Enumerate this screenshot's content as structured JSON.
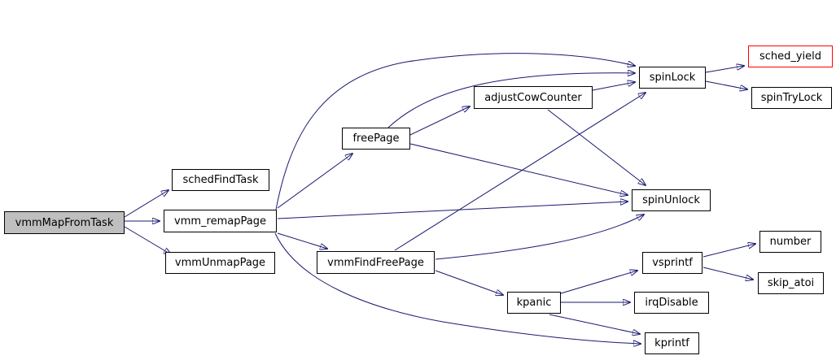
{
  "graph": {
    "type": "call-graph",
    "colors": {
      "background": "#ffffff",
      "edge": "#191970",
      "node_border": "#000000",
      "node_fill": "#ffffff",
      "node_text": "#000000",
      "focus_node_fill": "#bfbfbf",
      "alert_node_border": "#ff0000"
    },
    "nodes": [
      {
        "id": "vmmMapFromTask",
        "label": "vmmMapFromTask",
        "style": "focus"
      },
      {
        "id": "schedFindTask",
        "label": "schedFindTask",
        "style": "normal"
      },
      {
        "id": "vmm_remapPage",
        "label": "vmm_remapPage",
        "style": "normal"
      },
      {
        "id": "vmmUnmapPage",
        "label": "vmmUnmapPage",
        "style": "normal"
      },
      {
        "id": "freePage",
        "label": "freePage",
        "style": "normal"
      },
      {
        "id": "adjustCowCounter",
        "label": "adjustCowCounter",
        "style": "normal"
      },
      {
        "id": "spinLock",
        "label": "spinLock",
        "style": "normal"
      },
      {
        "id": "sched_yield",
        "label": "sched_yield",
        "style": "alert"
      },
      {
        "id": "spinTryLock",
        "label": "spinTryLock",
        "style": "normal"
      },
      {
        "id": "spinUnlock",
        "label": "spinUnlock",
        "style": "normal"
      },
      {
        "id": "vmmFindFreePage",
        "label": "vmmFindFreePage",
        "style": "normal"
      },
      {
        "id": "vsprintf",
        "label": "vsprintf",
        "style": "normal"
      },
      {
        "id": "number",
        "label": "number",
        "style": "normal"
      },
      {
        "id": "skip_atoi",
        "label": "skip_atoi",
        "style": "normal"
      },
      {
        "id": "kpanic",
        "label": "kpanic",
        "style": "normal"
      },
      {
        "id": "irqDisable",
        "label": "irqDisable",
        "style": "normal"
      },
      {
        "id": "kprintf",
        "label": "kprintf",
        "style": "normal"
      }
    ],
    "edges": [
      {
        "from": "vmmMapFromTask",
        "to": "schedFindTask"
      },
      {
        "from": "vmmMapFromTask",
        "to": "vmm_remapPage"
      },
      {
        "from": "vmmMapFromTask",
        "to": "vmmUnmapPage"
      },
      {
        "from": "vmm_remapPage",
        "to": "spinLock"
      },
      {
        "from": "vmm_remapPage",
        "to": "freePage"
      },
      {
        "from": "vmm_remapPage",
        "to": "vmmFindFreePage"
      },
      {
        "from": "vmm_remapPage",
        "to": "spinUnlock"
      },
      {
        "from": "vmm_remapPage",
        "to": "kprintf"
      },
      {
        "from": "freePage",
        "to": "adjustCowCounter"
      },
      {
        "from": "freePage",
        "to": "spinLock"
      },
      {
        "from": "freePage",
        "to": "spinUnlock"
      },
      {
        "from": "adjustCowCounter",
        "to": "spinLock"
      },
      {
        "from": "adjustCowCounter",
        "to": "spinUnlock"
      },
      {
        "from": "vmmFindFreePage",
        "to": "spinLock"
      },
      {
        "from": "vmmFindFreePage",
        "to": "spinUnlock"
      },
      {
        "from": "vmmFindFreePage",
        "to": "kpanic"
      },
      {
        "from": "spinLock",
        "to": "sched_yield"
      },
      {
        "from": "spinLock",
        "to": "spinTryLock"
      },
      {
        "from": "kpanic",
        "to": "vsprintf"
      },
      {
        "from": "kpanic",
        "to": "irqDisable"
      },
      {
        "from": "kpanic",
        "to": "kprintf"
      },
      {
        "from": "vsprintf",
        "to": "number"
      },
      {
        "from": "vsprintf",
        "to": "skip_atoi"
      }
    ]
  }
}
